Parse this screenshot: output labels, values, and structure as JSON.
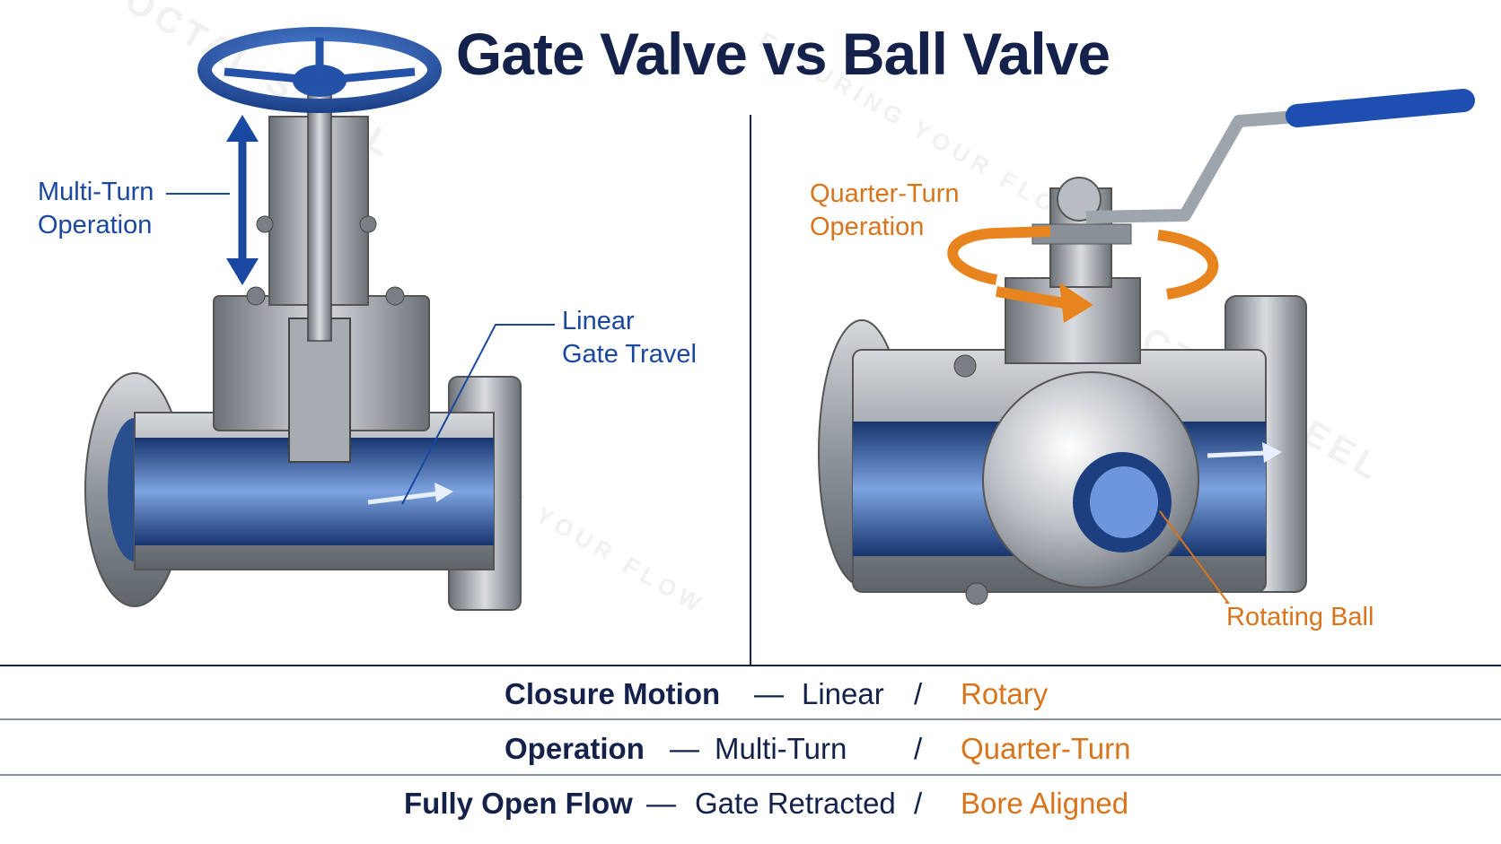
{
  "title": "Gate Valve vs Ball Valve",
  "colors": {
    "navy": "#14214a",
    "blue": "#1a47a0",
    "orange": "#d8741c",
    "steel": "#9aa0a8"
  },
  "left": {
    "operation_label_line1": "Multi-Turn",
    "operation_label_line2": "Operation",
    "travel_label_line1": "Linear",
    "travel_label_line2": "Gate Travel"
  },
  "right": {
    "operation_label_line1": "Quarter-Turn",
    "operation_label_line2": "Operation",
    "ball_label": "Rotating Ball"
  },
  "comparison": [
    {
      "key": "Closure Motion",
      "dash": "—",
      "gate": "Linear",
      "slash": "/",
      "ball": "Rotary"
    },
    {
      "key": "Operation",
      "dash": "—",
      "gate": "Multi-Turn",
      "slash": "/",
      "ball": "Quarter-Turn"
    },
    {
      "key": "Fully Open Flow",
      "dash": "—",
      "gate": "Gate Retracted",
      "slash": "/",
      "ball": "Bore Aligned"
    }
  ],
  "watermark": {
    "brand": "OCTAL STEEL",
    "tagline": "ENSURING YOUR FLOW"
  }
}
